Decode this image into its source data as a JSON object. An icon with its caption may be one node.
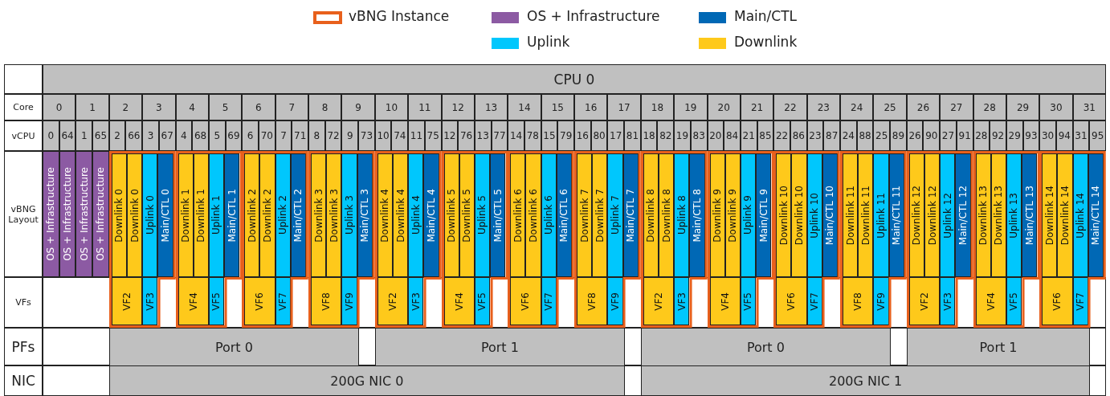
{
  "diagram": {
    "nodes": [
      {
        "text": [
          "CPU 0"
        ]
      },
      {
        "text": [
          "OS + Infrastructure"
        ]
      },
      {
        "text": [
          "OS + Infrastructure"
        ]
      },
      {
        "text": [
          "OS + Infrastructure"
        ]
      },
      {
        "text": [
          "OS + Infrastructure"
        ]
      },
      {
        "text": [],
        "shape": "box"
      },
      {
        "text": [
          "Downlink 0"
        ],
        "in": 5
      },
      {
        "text": [
          "Downlink 0"
        ],
        "in": 5
      },
      {
        "text": [
          "Uplink 0"
        ],
        "in": 5
      },
      {
        "text": [
          "Main/CTL 0"
        ],
        "in": 5
      },
      {
        "text": [
          "VF2"
        ],
        "in": 5
      },
      {
        "text": [
          "VF3"
        ],
        "in": 5
      },
      {
        "text": [],
        "shape": "box"
      },
      {
        "text": [
          "Downlink 1"
        ],
        "in": 12
      },
      {
        "text": [
          "Downlink 1"
        ],
        "in": 12
      },
      {
        "text": [
          "Uplink 1"
        ],
        "in": 12
      },
      {
        "text": [
          "Main/CTL 1"
        ],
        "in": 12
      },
      {
        "text": [
          "VF4"
        ],
        "in": 12
      },
      {
        "text": [
          "VF5"
        ],
        "in": 12
      },
      {
        "text": [],
        "shape": "box"
      },
      {
        "text": [
          "Downlink 2"
        ],
        "in": 19
      },
      {
        "text": [
          "Downlink 2"
        ],
        "in": 19
      },
      {
        "text": [
          "Uplink 2"
        ],
        "in": 19
      },
      {
        "text": [
          "Main/CTL 2"
        ],
        "in": 19
      },
      {
        "text": [
          "VF6"
        ],
        "in": 19
      },
      {
        "text": [
          "VF7"
        ],
        "in": 19
      },
      {
        "text": [],
        "shape": "box"
      },
      {
        "text": [
          "Downlink 3"
        ],
        "in": 26
      },
      {
        "text": [
          "Downlink 3"
        ],
        "in": 26
      },
      {
        "text": [
          "Uplink 3"
        ],
        "in": 26
      },
      {
        "text": [
          "Main/CTL 3"
        ],
        "in": 26
      },
      {
        "text": [
          "VF8"
        ],
        "in": 26
      },
      {
        "text": [
          "VF9"
        ],
        "in": 26
      },
      {
        "text": [],
        "shape": "box"
      },
      {
        "text": [
          "Downlink 4"
        ],
        "in": 33
      },
      {
        "text": [
          "Downlink 4"
        ],
        "in": 33
      },
      {
        "text": [
          "Uplink 4"
        ],
        "in": 33
      },
      {
        "text": [
          "Main/CTL 4"
        ],
        "in": 33
      },
      {
        "text": [
          "VF2"
        ],
        "in": 33
      },
      {
        "text": [
          "VF3"
        ],
        "in": 33
      },
      {
        "text": [],
        "shape": "box"
      },
      {
        "text": [
          "Downlink 5"
        ],
        "in": 40
      },
      {
        "text": [
          "Downlink 5"
        ],
        "in": 40
      },
      {
        "text": [
          "Uplink 5"
        ],
        "in": 40
      },
      {
        "text": [
          "Main/CTL 5"
        ],
        "in": 40
      },
      {
        "text": [
          "VF4"
        ],
        "in": 40
      },
      {
        "text": [
          "VF5"
        ],
        "in": 40
      },
      {
        "text": [],
        "shape": "box"
      },
      {
        "text": [
          "Downlink 6"
        ],
        "in": 47
      },
      {
        "text": [
          "Downlink 6"
        ],
        "in": 47
      },
      {
        "text": [
          "Uplink 6"
        ],
        "in": 47
      },
      {
        "text": [
          "Main/CTL 6"
        ],
        "in": 47
      },
      {
        "text": [
          "VF6"
        ],
        "in": 47
      },
      {
        "text": [
          "VF7"
        ],
        "in": 47
      },
      {
        "text": [],
        "shape": "box"
      },
      {
        "text": [
          "Downlink 7"
        ],
        "in": 54
      },
      {
        "text": [
          "Downlink 7"
        ],
        "in": 54
      },
      {
        "text": [
          "Uplink 7"
        ],
        "in": 54
      },
      {
        "text": [
          "Main/CTL 7"
        ],
        "in": 54
      },
      {
        "text": [
          "VF8"
        ],
        "in": 54
      },
      {
        "text": [
          "VF9"
        ],
        "in": 54
      },
      {
        "text": [],
        "shape": "box"
      },
      {
        "text": [
          "Downlink 8"
        ],
        "in": 61
      },
      {
        "text": [
          "Downlink 8"
        ],
        "in": 61
      },
      {
        "text": [
          "Uplink 8"
        ],
        "in": 61
      },
      {
        "text": [
          "Main/CTL 8"
        ],
        "in": 61
      },
      {
        "text": [
          "VF2"
        ],
        "in": 61
      },
      {
        "text": [
          "VF3"
        ],
        "in": 61
      },
      {
        "text": [],
        "shape": "box"
      },
      {
        "text": [
          "Downlink 9"
        ],
        "in": 68
      },
      {
        "text": [
          "Downlink 9"
        ],
        "in": 68
      },
      {
        "text": [
          "Uplink 9"
        ],
        "in": 68
      },
      {
        "text": [
          "Main/CTL 9"
        ],
        "in": 68
      },
      {
        "text": [
          "VF4"
        ],
        "in": 68
      },
      {
        "text": [
          "VF5"
        ],
        "in": 68
      },
      {
        "text": [],
        "shape": "box"
      },
      {
        "text": [
          "Downlink 10"
        ],
        "in": 75
      },
      {
        "text": [
          "Downlink 10"
        ],
        "in": 75
      },
      {
        "text": [
          "Uplink 10"
        ],
        "in": 75
      },
      {
        "text": [
          "Main/CTL 10"
        ],
        "in": 75
      },
      {
        "text": [
          "VF6"
        ],
        "in": 75
      },
      {
        "text": [
          "VF7"
        ],
        "in": 75
      },
      {
        "text": [],
        "shape": "box"
      },
      {
        "text": [
          "Downlink 11"
        ],
        "in": 82
      },
      {
        "text": [
          "Downlink 11"
        ],
        "in": 82
      },
      {
        "text": [
          "Uplink 11"
        ],
        "in": 82
      },
      {
        "text": [
          "Main/CTL 11"
        ],
        "in": 82
      },
      {
        "text": [
          "VF8"
        ],
        "in": 82
      },
      {
        "text": [
          "VF9"
        ],
        "in": 82
      },
      {
        "text": [],
        "shape": "box"
      },
      {
        "text": [
          "Downlink 12"
        ],
        "in": 89
      },
      {
        "text": [
          "Downlink 12"
        ],
        "in": 89
      },
      {
        "text": [
          "Uplink 12"
        ],
        "in": 89
      },
      {
        "text": [
          "Main/CTL 12"
        ],
        "in": 89
      },
      {
        "text": [
          "VF2"
        ],
        "in": 89
      },
      {
        "text": [
          "VF3"
        ],
        "in": 89
      },
      {
        "text": [],
        "shape": "box"
      },
      {
        "text": [
          "Downlink 13"
        ],
        "in": 96
      },
      {
        "text": [
          "Downlink 13"
        ],
        "in": 96
      },
      {
        "text": [
          "Uplink 13"
        ],
        "in": 96
      },
      {
        "text": [
          "Main/CTL 13"
        ],
        "in": 96
      },
      {
        "text": [
          "VF4"
        ],
        "in": 96
      },
      {
        "text": [
          "VF5"
        ],
        "in": 96
      },
      {
        "text": [],
        "shape": "box"
      },
      {
        "text": [
          "Downlink 14"
        ],
        "in": 103
      },
      {
        "text": [
          "Downlink 14"
        ],
        "in": 103
      },
      {
        "text": [
          "Uplink 14"
        ],
        "in": 103
      },
      {
        "text": [
          "Main/CTL 14"
        ],
        "in": 103
      },
      {
        "text": [
          "VF6"
        ],
        "in": 103
      },
      {
        "text": [
          "VF7"
        ],
        "in": 103
      },
      {
        "text": [
          "Port 0"
        ]
      },
      {
        "text": [
          "Port 1"
        ]
      },
      {
        "text": [
          "Port 0"
        ]
      },
      {
        "text": [
          "Port 1"
        ]
      },
      {
        "text": [
          "200G NIC 0"
        ]
      },
      {
        "text": [
          "200G NIC 1"
        ]
      }
    ],
    "labels": [
      "Core",
      "0",
      "1",
      "2",
      "3",
      "4",
      "5",
      "6",
      "7",
      "8",
      "9",
      "10",
      "11",
      "12",
      "13",
      "14",
      "15",
      "16",
      "17",
      "18",
      "19",
      "20",
      "21",
      "22",
      "23",
      "24",
      "25",
      "26",
      "27",
      "28",
      "29",
      "30",
      "31",
      "vCPU",
      "0",
      "64",
      "1",
      "65",
      "2",
      "66",
      "3",
      "67",
      "4",
      "68",
      "5",
      "69",
      "6",
      "70",
      "7",
      "71",
      "8",
      "72",
      "9",
      "73",
      "10",
      "74",
      "11",
      "75",
      "12",
      "76",
      "13",
      "77",
      "14",
      "78",
      "15",
      "79",
      "16",
      "80",
      "17",
      "81",
      "18",
      "82",
      "19",
      "83",
      "20",
      "84",
      "21",
      "85",
      "22",
      "86",
      "23",
      "87",
      "24",
      "88",
      "25",
      "89",
      "26",
      "90",
      "27",
      "91",
      "28",
      "92",
      "29",
      "93",
      "30",
      "94",
      "31",
      "95",
      "vBNG Layout",
      "VFs",
      "PFs",
      "NIC"
    ],
    "legend": [
      {
        "text": "vBNG Instance"
      },
      {
        "text": "OS + Infrastructure",
        "color": "#8c5aa3"
      },
      {
        "text": "Main/CTL",
        "color": "#0068b5"
      },
      {
        "text": "Uplink",
        "color": "#00c7fd"
      },
      {
        "text": "Downlink",
        "color": "#fec91b"
      }
    ]
  }
}
